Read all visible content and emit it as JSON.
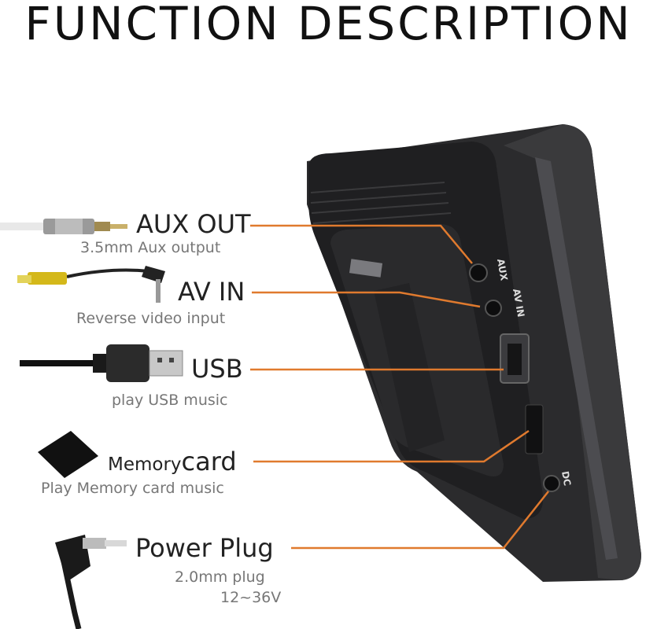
{
  "title": "FUNCTION DESCRIPTION",
  "accent_color": "#e07a2e",
  "features": [
    {
      "label": "AUX OUT",
      "subtitle": "3.5mm Aux output",
      "port_label": "AUX",
      "icon": "aux-cable-icon"
    },
    {
      "label": "AV IN",
      "subtitle": "Reverse video input",
      "port_label": "AV IN",
      "icon": "rca-cable-icon"
    },
    {
      "label": "USB",
      "subtitle": "play USB music",
      "icon": "usb-cable-icon"
    },
    {
      "label_part1": "Memory",
      "label_part2": "card",
      "subtitle": "Play Memory card music",
      "icon": "memory-card-icon"
    },
    {
      "label": "Power Plug",
      "subtitle_line1": "2.0mm plug",
      "subtitle_line2": "12~36V",
      "port_label": "DC",
      "icon": "power-plug-icon"
    }
  ]
}
